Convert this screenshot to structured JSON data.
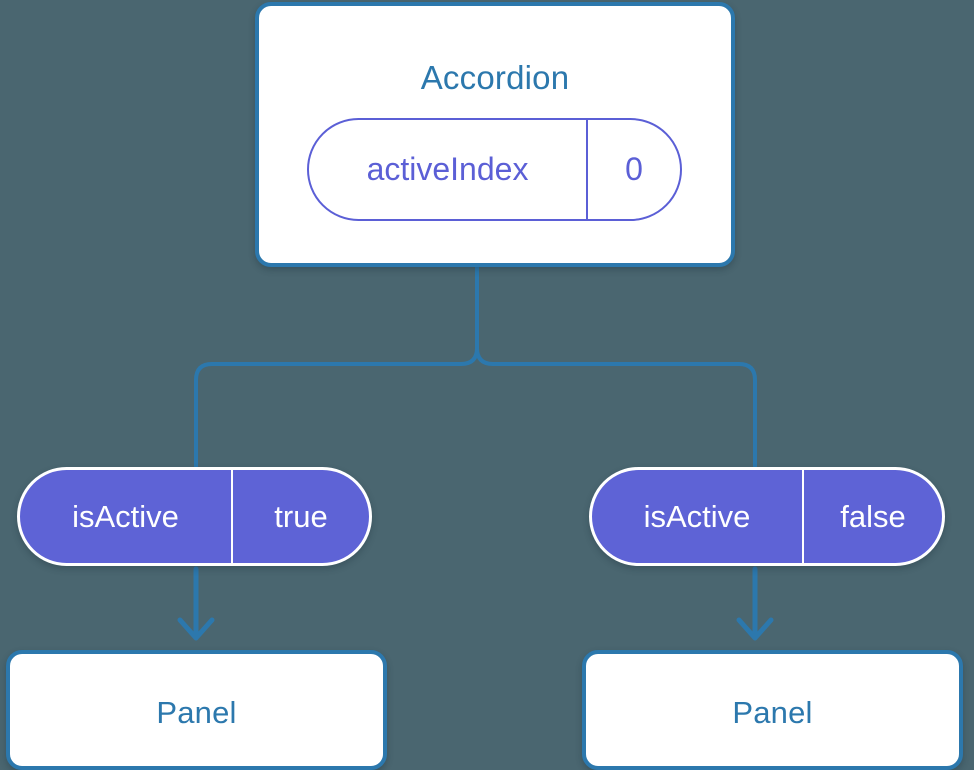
{
  "diagram": {
    "type": "component-tree",
    "background_color": "#4a6670",
    "accent_blue": "#2c78ad",
    "accent_purple": "#5b5fd6",
    "pill_fill": "#5e63d6"
  },
  "root": {
    "title": "Accordion",
    "state": {
      "key": "activeIndex",
      "value": "0"
    }
  },
  "children": [
    {
      "prop": {
        "key": "isActive",
        "value": "true"
      },
      "component": {
        "title": "Panel"
      }
    },
    {
      "prop": {
        "key": "isActive",
        "value": "false"
      },
      "component": {
        "title": "Panel"
      }
    }
  ]
}
